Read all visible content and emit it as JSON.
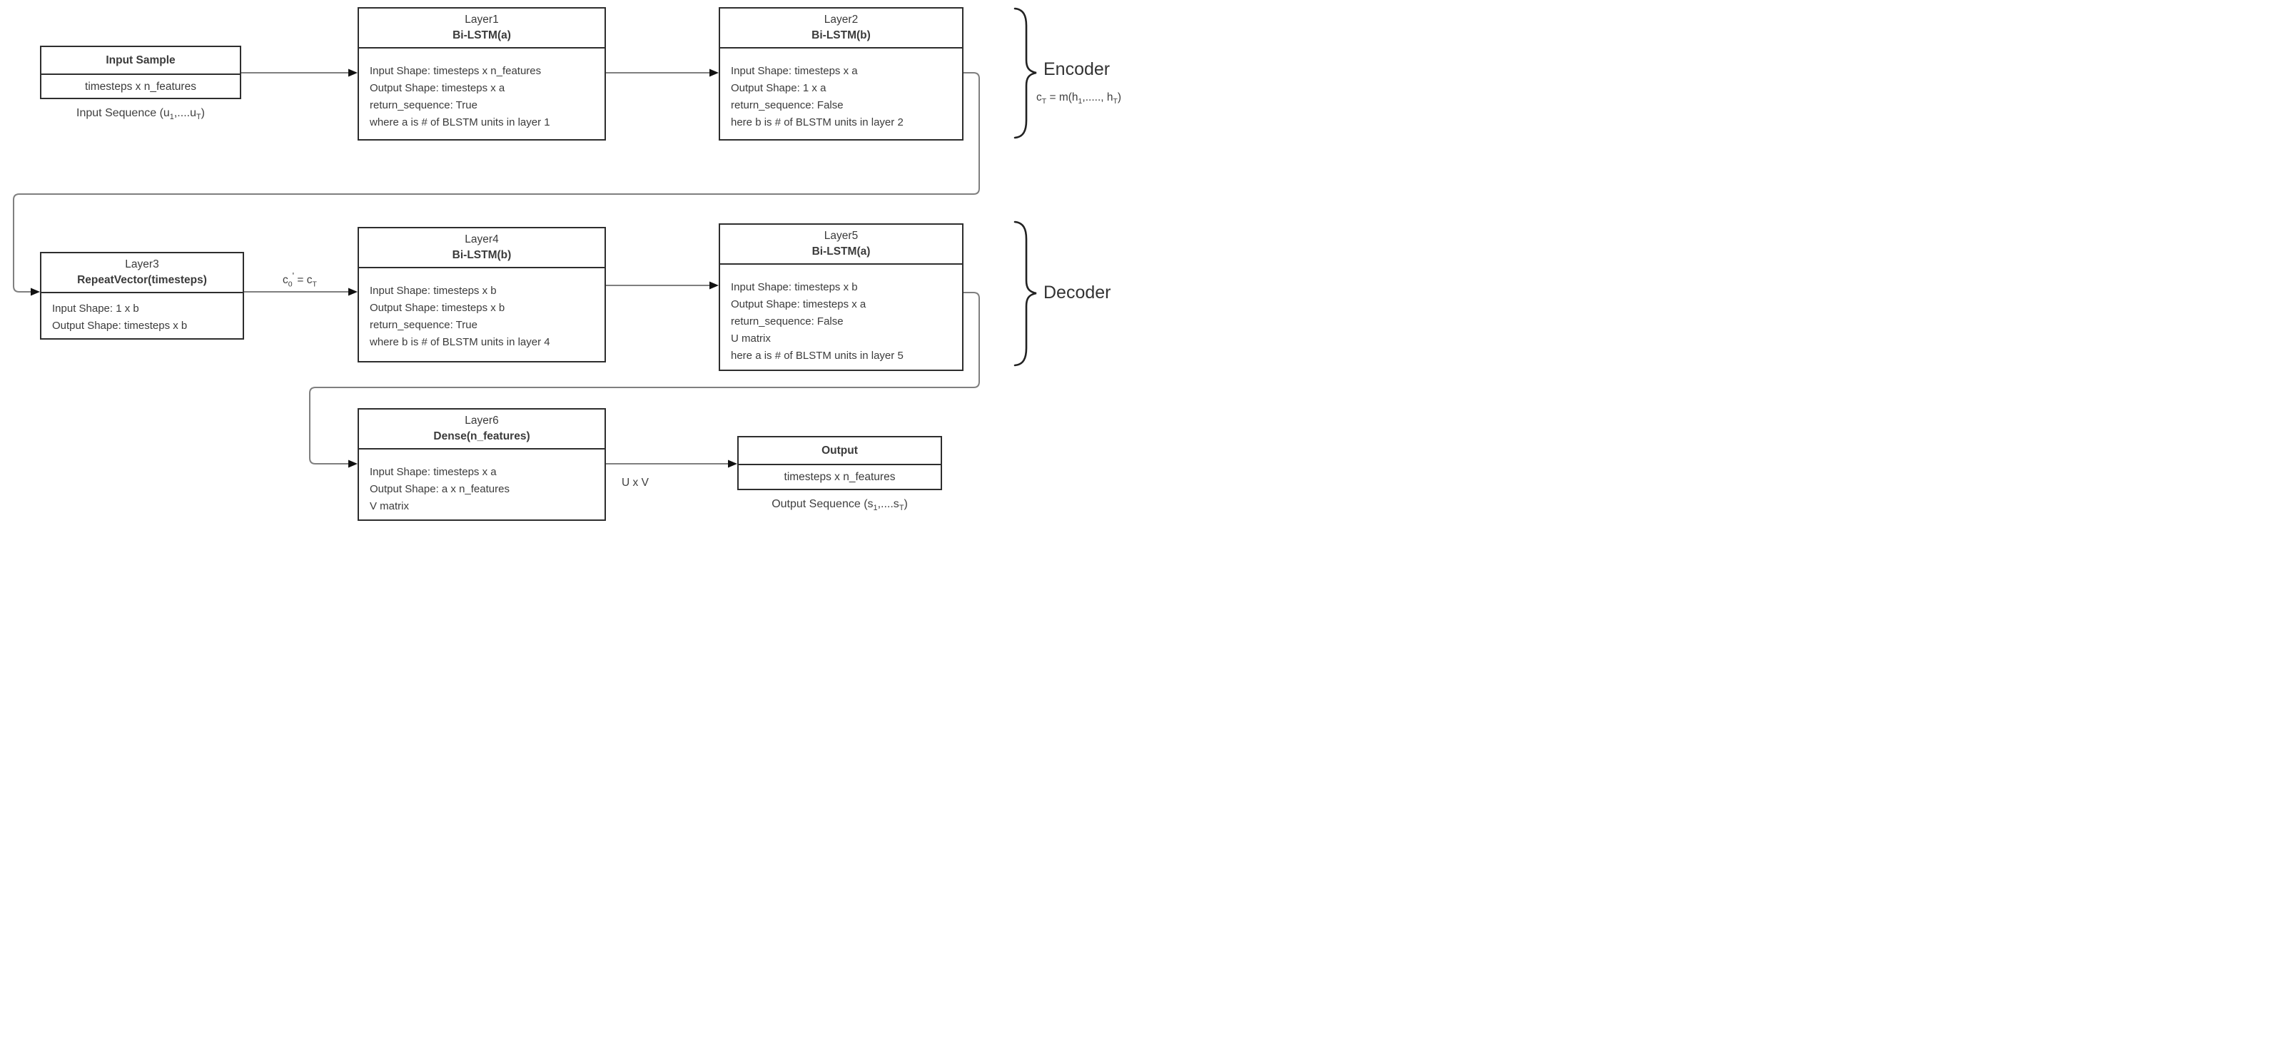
{
  "colors": {
    "box_border": "#2e2e2e",
    "connector": "#7f7f7f",
    "arrowhead": "#111111",
    "text": "#3b3b3b",
    "bracket": "#222222",
    "canvas_bg": "#ffffff"
  },
  "boxes": {
    "input_sample": {
      "title": "Input Sample",
      "body": "timesteps x n_features"
    },
    "layer1": {
      "name": "Layer1",
      "type": "Bi-LSTM(a)",
      "lines": [
        "Input Shape: timesteps x  n_features",
        "Output Shape: timesteps x a",
        "return_sequence: True",
        "where a is # of BLSTM units in layer 1"
      ]
    },
    "layer2": {
      "name": "Layer2",
      "type": "Bi-LSTM(b)",
      "lines": [
        "Input Shape: timesteps x a",
        "Output Shape: 1 x a",
        "return_sequence: False",
        "here b is # of BLSTM units in layer 2"
      ]
    },
    "layer3": {
      "name": "Layer3",
      "type": "RepeatVector(timesteps)",
      "lines": [
        "Input Shape: 1 x b",
        "Output Shape: timesteps x b"
      ]
    },
    "layer4": {
      "name": "Layer4",
      "type": "Bi-LSTM(b)",
      "lines": [
        "Input Shape: timesteps x  b",
        "Output Shape: timesteps x b",
        "return_sequence: True",
        "where b is # of BLSTM units in layer 4"
      ]
    },
    "layer5": {
      "name": "Layer5",
      "type": "Bi-LSTM(a)",
      "lines": [
        "Input Shape: timesteps x b",
        "Output Shape: timesteps x a",
        "return_sequence: False",
        "U matrix",
        "here a is # of BLSTM units in layer 5"
      ]
    },
    "layer6": {
      "name": "Layer6",
      "type": "Dense(n_features)",
      "lines": [
        "Input Shape: timesteps x a",
        "Output Shape: a x  n_features",
        "V matrix"
      ]
    },
    "output": {
      "title": "Output",
      "body": "timesteps x n_features"
    }
  },
  "captions": {
    "input": {
      "pre": "Input Sequence (u",
      "sub1": "1",
      "mid": ",....u",
      "sub2": "T",
      "post": ")"
    },
    "output": {
      "pre": "Output Sequence (s",
      "sub1": "1",
      "mid": ",....s",
      "sub2": "T",
      "post": ")"
    }
  },
  "labels": {
    "encoder": {
      "title": "Encoder",
      "formula": {
        "pre": "c",
        "sub1": "T",
        "eq": " = m(h",
        "sub2": "1",
        "mid": ",....., h",
        "sub3": "T",
        "post": ")"
      }
    },
    "decoder": {
      "title": "Decoder"
    },
    "context": {
      "pre": "c",
      "sub1": "0",
      "prime": "'",
      "eq": " = c",
      "sub2": "T"
    },
    "transform": "U x V"
  }
}
